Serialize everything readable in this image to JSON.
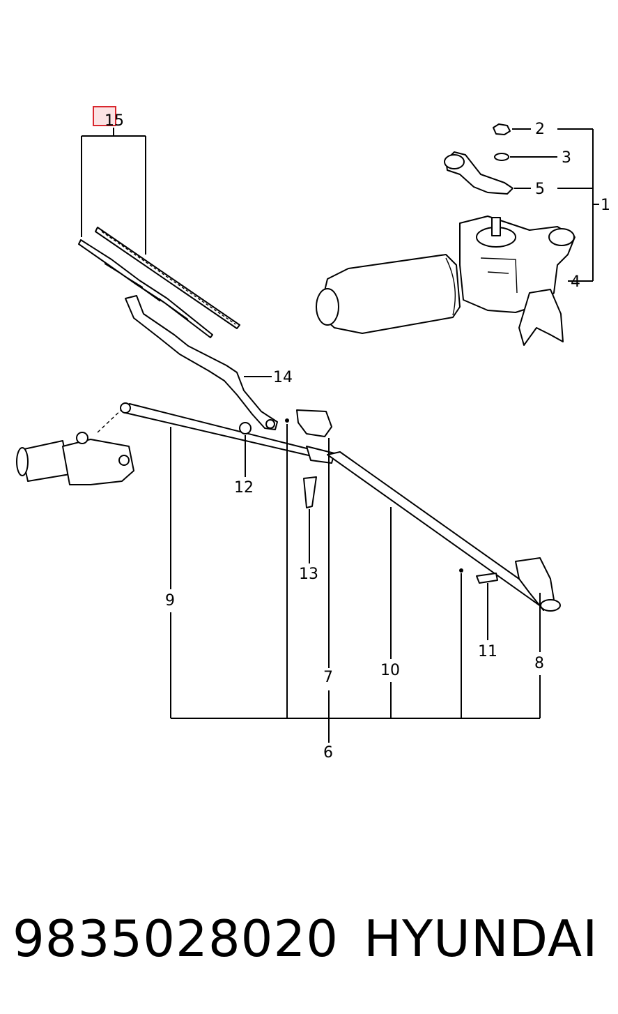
{
  "callouts": {
    "c1": "1",
    "c2": "2",
    "c3": "3",
    "c4": "4",
    "c5": "5",
    "c6": "6",
    "c7": "7",
    "c8": "8",
    "c9": "9",
    "c10": "10",
    "c11": "11",
    "c12": "12",
    "c13": "13",
    "c14": "14",
    "c15": "15"
  },
  "highlighted_callout": "15",
  "footer": {
    "part_number": "9835028020",
    "brand": "HYUNDAI"
  },
  "colors": {
    "highlight_border": "#d9272e",
    "highlight_fill": "#fbe3e4",
    "ink": "#000000"
  }
}
